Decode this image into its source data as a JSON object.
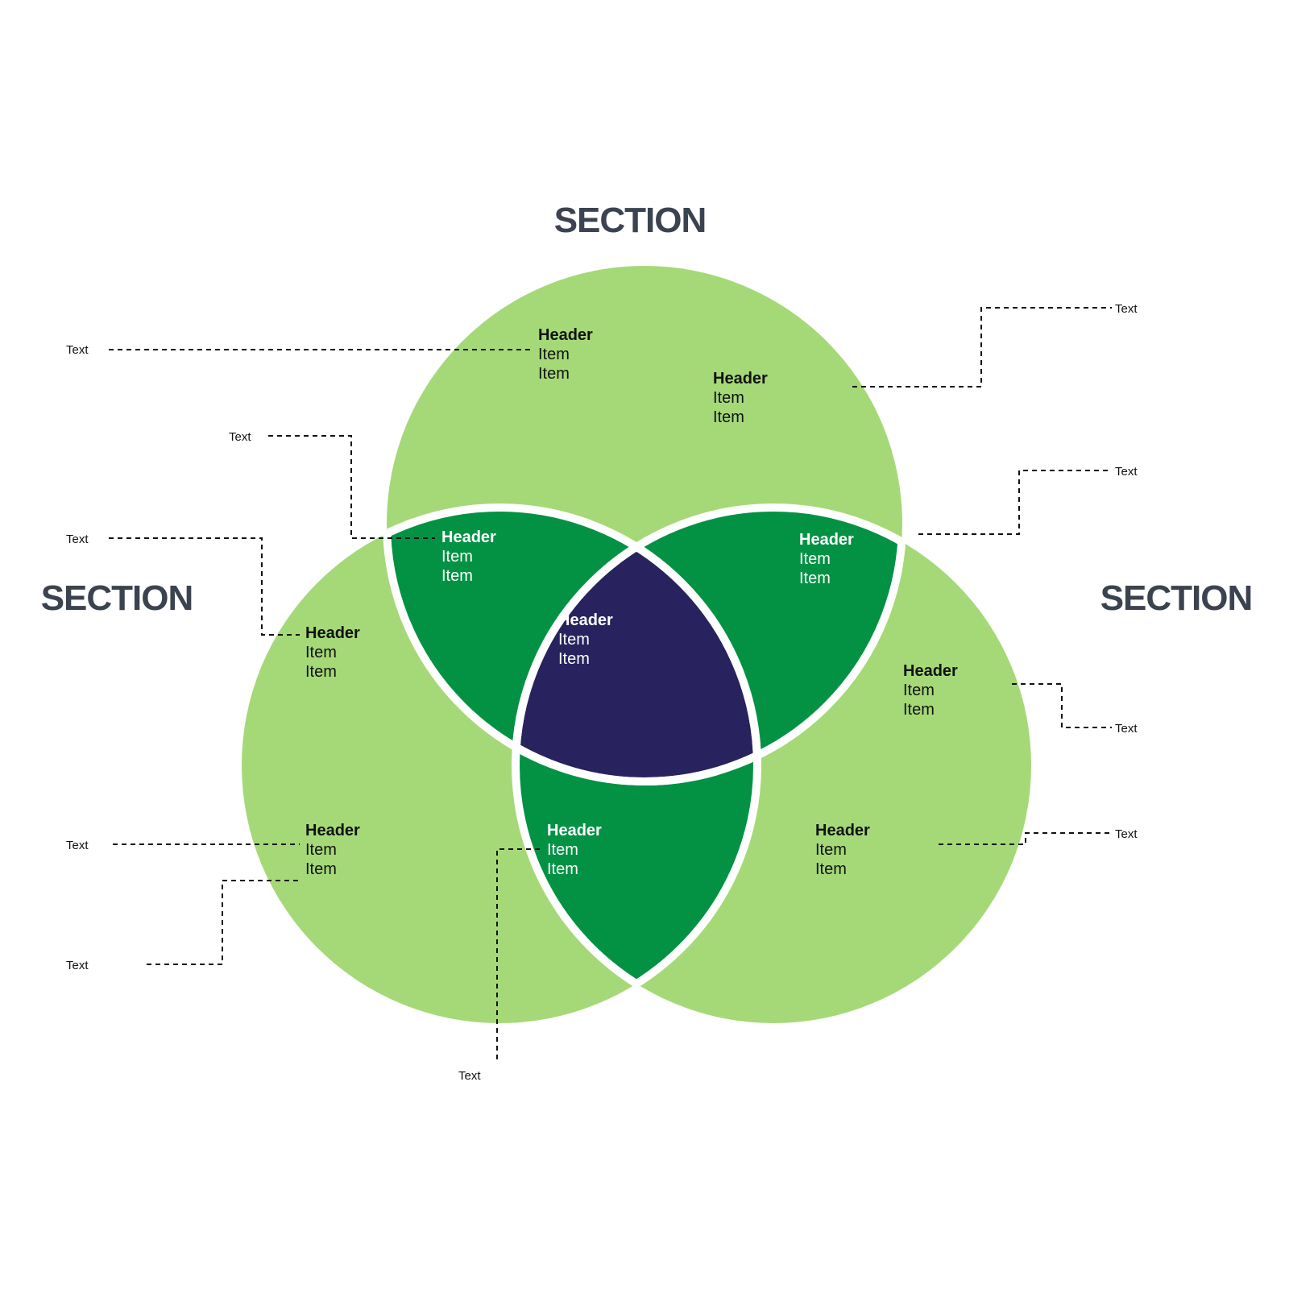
{
  "colors": {
    "light_green": "#a5d977",
    "mid_green": "#039244",
    "navy": "#28235e",
    "separator": "#ffffff",
    "title": "#3b4350"
  },
  "sections": {
    "top": "SECTION",
    "left": "SECTION",
    "right": "SECTION"
  },
  "regions": {
    "top_a": {
      "header": "Header",
      "items": [
        "Item",
        "Item"
      ]
    },
    "top_b": {
      "header": "Header",
      "items": [
        "Item",
        "Item"
      ]
    },
    "top_left_overlap": {
      "header": "Header",
      "items": [
        "Item",
        "Item"
      ]
    },
    "top_right_overlap": {
      "header": "Header",
      "items": [
        "Item",
        "Item"
      ]
    },
    "center": {
      "header": "Header",
      "items": [
        "Item",
        "Item"
      ]
    },
    "left_a": {
      "header": "Header",
      "items": [
        "Item",
        "Item"
      ]
    },
    "left_b": {
      "header": "Header",
      "items": [
        "Item",
        "Item"
      ]
    },
    "bottom_overlap": {
      "header": "Header",
      "items": [
        "Item",
        "Item"
      ]
    },
    "right_a": {
      "header": "Header",
      "items": [
        "Item",
        "Item"
      ]
    },
    "right_b": {
      "header": "Header",
      "items": [
        "Item",
        "Item"
      ]
    }
  },
  "callouts": {
    "c1": "Text",
    "c2": "Text",
    "c3": "Text",
    "c4": "Text",
    "c5": "Text",
    "c6": "Text",
    "c7": "Text",
    "c8": "Text",
    "c9": "Text",
    "c10": "Text"
  }
}
